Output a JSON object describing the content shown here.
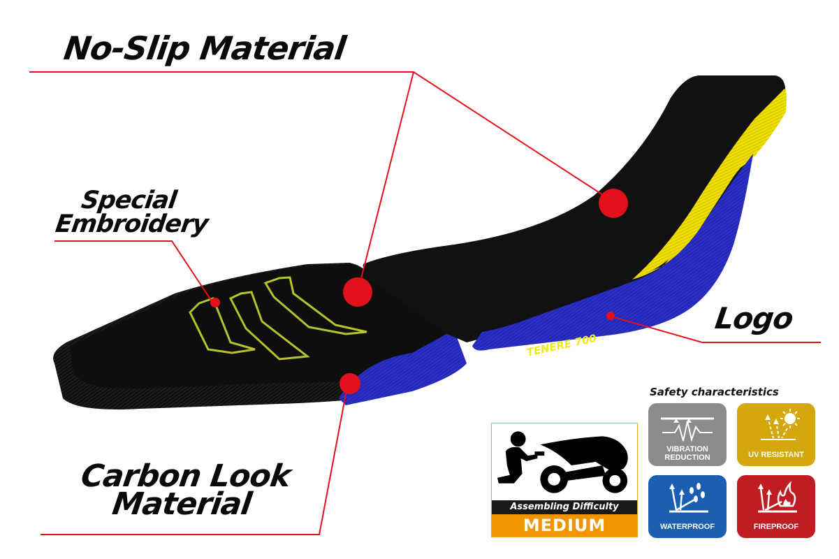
{
  "callouts": {
    "no_slip": "No-Slip Material",
    "special_line1": "Special",
    "special_line2": "Embroidery",
    "logo": "Logo",
    "carbon_line1": "Carbon Look",
    "carbon_line2": "Material"
  },
  "seat": {
    "brand_logo_text": "TENERE 700",
    "colors": {
      "base_black": "#0d0d0d",
      "carbon_blue": "#2a2fc4",
      "accent_yellow": "#f2e200",
      "embroidery": "#b8c22a",
      "callout_red": "#e3111b"
    }
  },
  "assembling": {
    "heading": "Assembling Difficulty",
    "level": "MEDIUM",
    "colors": {
      "border": "#f0a030",
      "bar": "#1a1a1a",
      "level_bg": "#f09400"
    }
  },
  "safety": {
    "title": "Safety characteristics",
    "badges": [
      {
        "icon": "vibration-icon",
        "line1": "VIBRATION",
        "line2": "REDUCTION",
        "color": "#8c8c8c"
      },
      {
        "icon": "uv-sun-icon",
        "line1": "UV RESISTANT",
        "line2": "",
        "color": "#d4a80c"
      },
      {
        "icon": "water-drops-icon",
        "line1": "WATERPROOF",
        "line2": "",
        "color": "#1a5fb0"
      },
      {
        "icon": "fire-icon",
        "line1": "FIREPROOF",
        "line2": "",
        "color": "#c01c24"
      }
    ]
  }
}
